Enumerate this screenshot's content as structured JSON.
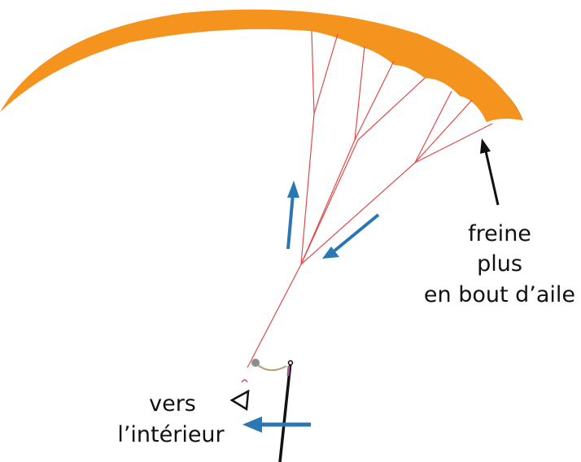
{
  "labels": {
    "brake_line1": "freine",
    "brake_line2": "plus",
    "brake_line3": "en bout d’aile",
    "direction_line1": "vers",
    "direction_line2": "l’intérieur"
  },
  "colors": {
    "wing_top": "#F4941F",
    "wing_underside": "#C57A12",
    "lines": "#E04A4A",
    "arrows_blue": "#2A77B4",
    "arrow_black": "#111111",
    "riser_tan": "#B8A072",
    "brake_handle_purple": "#A05AA0",
    "pulley_gray": "#8C8C8C"
  }
}
